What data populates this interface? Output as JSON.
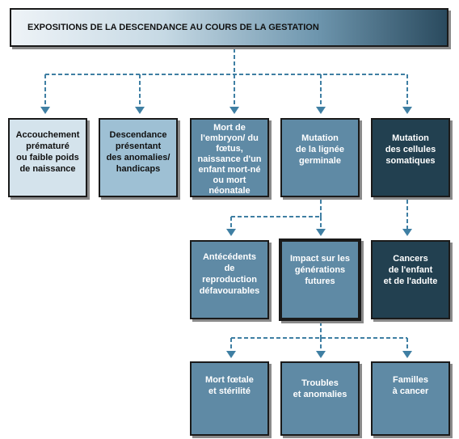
{
  "title": "EXPOSITIONS DE LA DESCENDANCE AU COURS DE LA GESTATION",
  "boxes": {
    "premature": "Accouchement\nprématuré\nou faible poids\nde naissance",
    "anomalies": "Descendance\nprésentant\ndes anomalies/\nhandicaps",
    "death": "Mort de\nl'embryon/ du\nfœtus,\nnaissance d'un\nenfant mort-né\nou mort\nnéonatale",
    "germinal": "Mutation\nde la lignée\ngerminale",
    "somatic": "Mutation\ndes cellules\nsomatiques",
    "reproduction": "Antécédents\nde\nreproduction\ndéfavourables",
    "generations": "Impact sur les\ngénérations\nfutures",
    "cancers": "Cancers\nde l'enfant\net de l'adulte",
    "sterility": "Mort fœtale\net stérilité",
    "troubles": "Troubles\net anomalies",
    "families": "Familles\nà cancer"
  },
  "colors": {
    "connector": "#3f7fa3",
    "light1": "#d4e3ec",
    "light2": "#9ec0d4",
    "mid": "#5f8aa5",
    "dark": "#224050"
  }
}
